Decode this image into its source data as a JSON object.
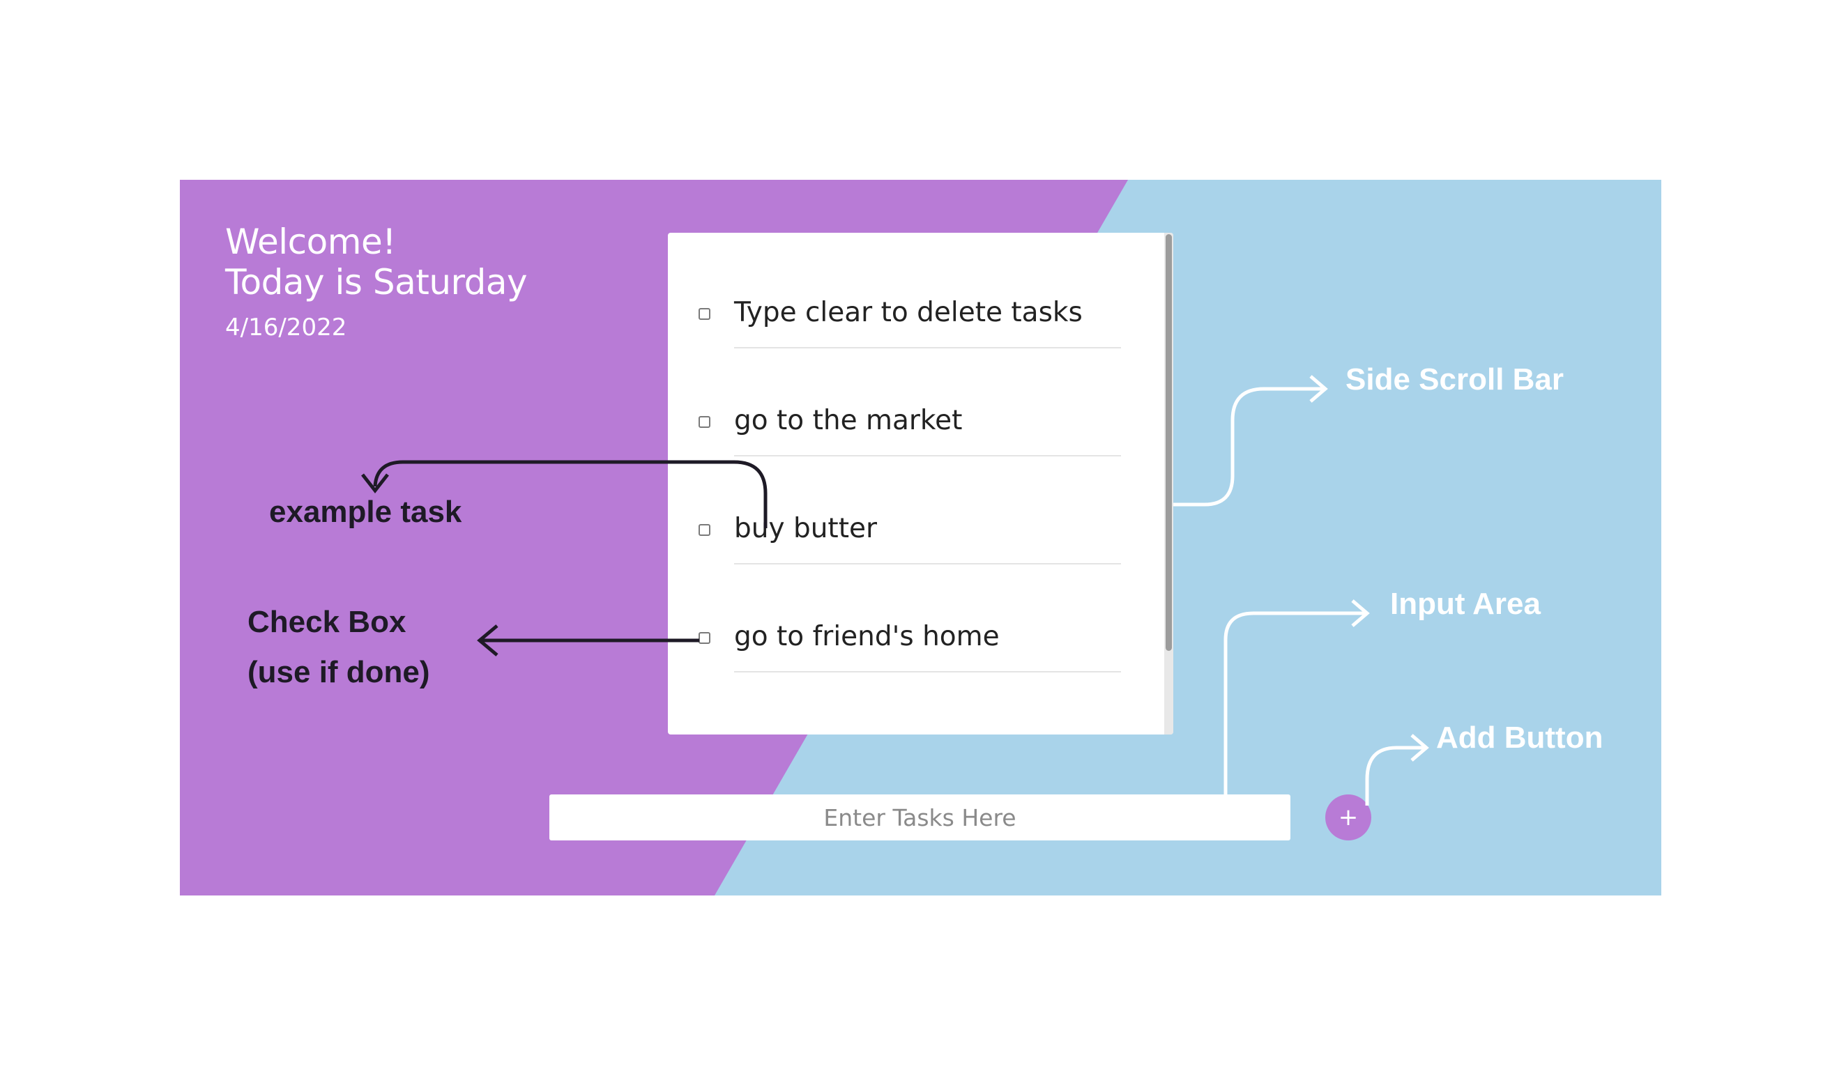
{
  "colors": {
    "purple": "#b87bd6",
    "blue": "#a9d3ea",
    "panel": "#ffffff",
    "annotation_dark": "#1e1a26",
    "annotation_light": "#ffffff"
  },
  "header": {
    "welcome": "Welcome!",
    "day_line": "Today is Saturday",
    "date": "4/16/2022"
  },
  "tasks": [
    {
      "text": "Type clear to delete tasks",
      "done": false
    },
    {
      "text": "go to the market",
      "done": false
    },
    {
      "text": "buy butter",
      "done": false
    },
    {
      "text": "go to friend's home",
      "done": false
    }
  ],
  "input": {
    "placeholder": "Enter Tasks Here",
    "value": ""
  },
  "add_button": {
    "label": "+"
  },
  "annotations": {
    "example_task": "example task",
    "check_box_line1": "Check Box",
    "check_box_line2": "(use if done)",
    "side_scroll_bar": "Side Scroll Bar",
    "input_area": "Input Area",
    "add_button": "Add Button"
  }
}
